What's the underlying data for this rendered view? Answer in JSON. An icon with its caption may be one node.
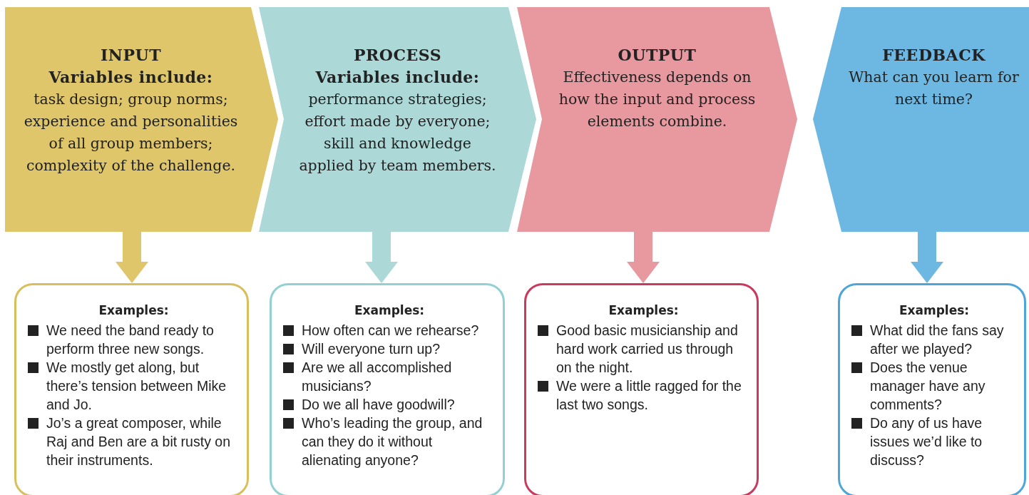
{
  "diagram": {
    "nodes": [
      {
        "text": [
          "INPUT",
          "Variables include:",
          "task design; group norms; experience and personalities of all group members; complexity of the challenge."
        ]
      },
      {
        "text": [
          "PROCESS",
          "Variables include:",
          "performance strategies; effort made by everyone; skill and knowledge applied by team members."
        ]
      },
      {
        "text": [
          "OUTPUT",
          "Effectiveness depends on how the input and process elements combine."
        ]
      },
      {
        "text": [
          "FEEDBACK",
          "What can you learn for next time?"
        ]
      },
      {
        "text": [
          "Examples:",
          "We need the band ready to perform three new songs.",
          "We mostly get along, but there’s tension between Mike and Jo.",
          "Jo’s a great composer, while Raj and Ben are a bit rusty on their instruments."
        ]
      },
      {
        "text": [
          "Examples:",
          "How often can we rehearse?",
          "Will everyone turn up?",
          "Are we all accomplished musicians?",
          "Do we all have goodwill?",
          "Who’s leading the group, and can they do it without alienating anyone?"
        ]
      },
      {
        "text": [
          "Examples:",
          "Good basic musicianship and hard work carried us through on the night.",
          "We were a little ragged for the last two songs."
        ]
      },
      {
        "text": [
          "Examples:",
          "What did the fans say after we played?",
          "Does the venue manager have any comments?",
          "Do any of us have issues we’d like to discuss?"
        ]
      }
    ],
    "edges": [
      {
        "from": 0,
        "to": 4,
        "arrow": "to",
        "color": "#dfc66b"
      },
      {
        "from": 1,
        "to": 5,
        "arrow": "to",
        "color": "#acd9d8"
      },
      {
        "from": 2,
        "to": 6,
        "arrow": "to",
        "color": "#e8989f"
      },
      {
        "from": 3,
        "to": 7,
        "arrow": "to",
        "color": "#6cb8e3"
      }
    ]
  }
}
